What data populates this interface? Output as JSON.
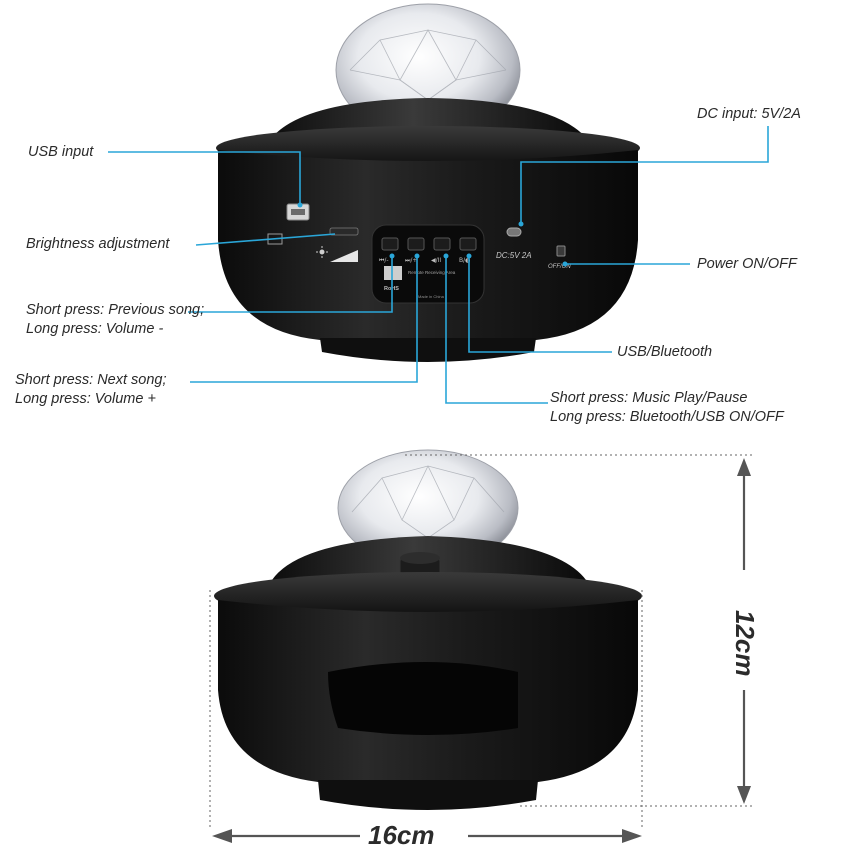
{
  "labels": {
    "usb_input": "USB input",
    "brightness": "Brightness adjustment",
    "prev_line1": "Short press: Previous song;",
    "prev_line2": "Long press: Volume -",
    "next_line1": "Short press: Next song;",
    "next_line2": "Long press: Volume +",
    "dc_input": "DC input: 5V/2A",
    "power": "Power ON/OFF",
    "usb_bt": "USB/Bluetooth",
    "play_line1": "Short press: Music Play/Pause",
    "play_line2": "Long press: Bluetooth/USB ON/OFF"
  },
  "device_print": {
    "dc_mark": "DC:5V 2A",
    "off_on": "OFF/ON",
    "remote_text": "Remote Receiving Area",
    "cert": "RoHS",
    "made": "Made in China"
  },
  "dimensions": {
    "height": "12cm",
    "width": "16cm"
  },
  "colors": {
    "leader_line": "#2aa6d8",
    "body": "#141414",
    "dim_line": "#555555"
  }
}
